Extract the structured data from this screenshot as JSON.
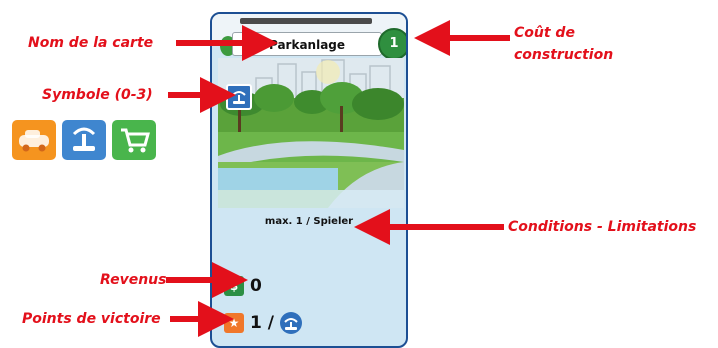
{
  "annotations": {
    "card_name": "Nom de la carte",
    "symbol": "Symbole (0-3)",
    "income": "Revenus",
    "victory_points": "Points de victoire",
    "cost_line1": "Coût de",
    "cost_line2": "construction",
    "conditions": "Conditions - Limitations"
  },
  "card": {
    "name": "Parkanlage",
    "cost": "1",
    "condition": "max. 1 / Spieler",
    "income": "0",
    "victory_points": "1 /",
    "symbol_icon": "park-fountain-icon"
  },
  "symbol_legend": [
    {
      "icon": "car-icon",
      "color": "#f5941f"
    },
    {
      "icon": "park-fountain-icon",
      "color": "#3f86cf"
    },
    {
      "icon": "shopping-cart-icon",
      "color": "#49b54c"
    }
  ],
  "colors": {
    "annotation_red": "#e3101b",
    "card_border": "#1d4f93",
    "cost_green": "#2f8f3f"
  }
}
